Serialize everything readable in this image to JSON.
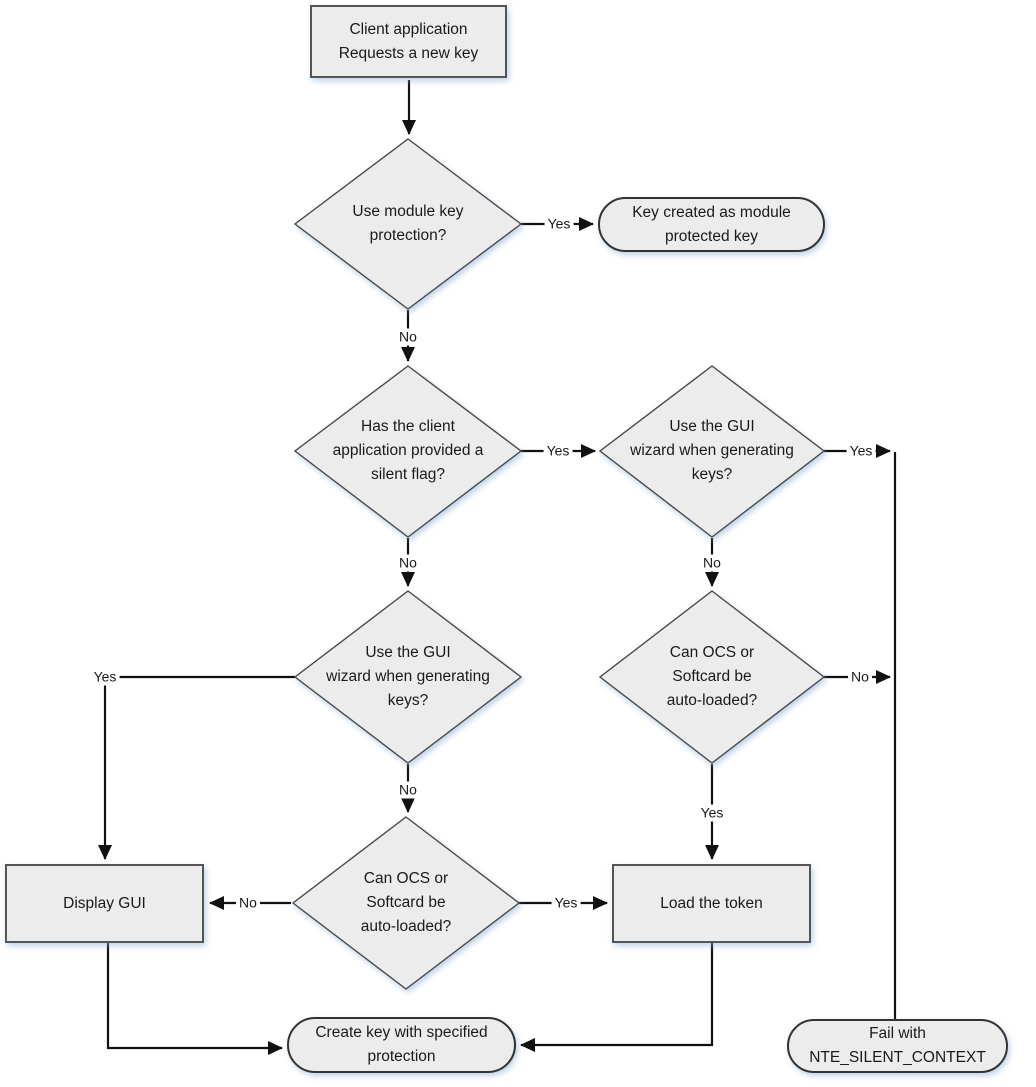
{
  "diagram": {
    "type": "flowchart",
    "nodes": {
      "start": {
        "shape": "process",
        "label": "Client application\nRequests a new key"
      },
      "use_module_key": {
        "shape": "decision",
        "label": "Use module key\nprotection?"
      },
      "key_created_module": {
        "shape": "terminator",
        "label": "Key created as module\nprotected key"
      },
      "silent_flag": {
        "shape": "decision",
        "label": "Has the client\napplication provided a\nsilent flag?"
      },
      "gui_wizard_right": {
        "shape": "decision",
        "label": "Use the GUI\nwizard when generating\nkeys?"
      },
      "gui_wizard_left": {
        "shape": "decision",
        "label": "Use the GUI\nwizard when generating\nkeys?"
      },
      "ocs_softcard_right": {
        "shape": "decision",
        "label": "Can OCS or\nSoftcard be\nauto-loaded?"
      },
      "ocs_softcard_bottom": {
        "shape": "decision",
        "label": "Can OCS or\nSoftcard be\nauto-loaded?"
      },
      "display_gui": {
        "shape": "process",
        "label": "Display GUI"
      },
      "load_token": {
        "shape": "process",
        "label": "Load the token"
      },
      "create_key": {
        "shape": "terminator",
        "label": "Create key with specified\nprotection"
      },
      "fail": {
        "shape": "terminator",
        "label": "Fail with\nNTE_SILENT_CONTEXT"
      }
    },
    "edge_labels": {
      "module_yes": "Yes",
      "module_no": "No",
      "silent_yes": "Yes",
      "silent_no": "No",
      "wizard_right_yes": "Yes",
      "wizard_right_no": "No",
      "ocs_right_no": "No",
      "ocs_right_yes": "Yes",
      "wizard_left_yes": "Yes",
      "wizard_left_no": "No",
      "ocs_bottom_no": "No",
      "ocs_bottom_yes": "Yes"
    },
    "colors": {
      "node_fill": "#ececec",
      "node_border": "#4a4a4a",
      "line": "#111111",
      "text": "#1a1a1a"
    }
  }
}
